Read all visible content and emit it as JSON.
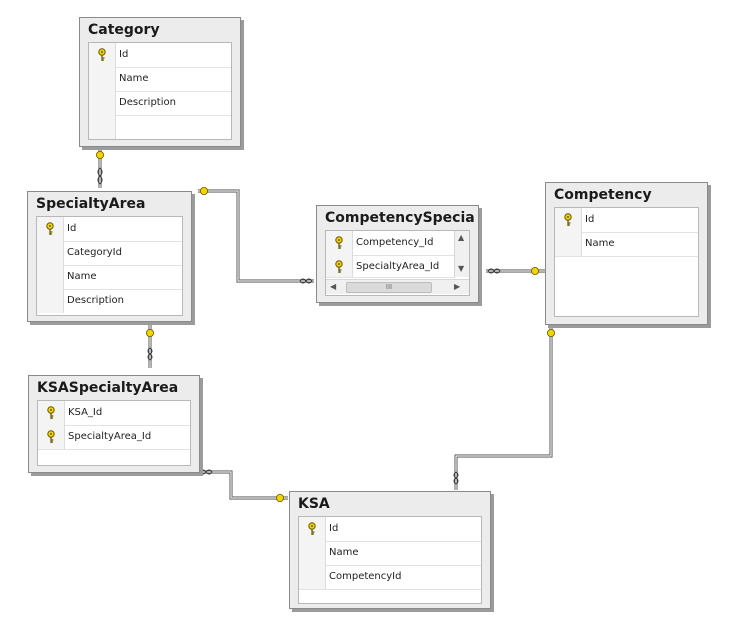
{
  "tables": [
    {
      "id": "category",
      "name": "Category",
      "fields": [
        {
          "name": "Id",
          "pk": true
        },
        {
          "name": "Name",
          "pk": false
        },
        {
          "name": "Description",
          "pk": false
        }
      ]
    },
    {
      "id": "specialtyarea",
      "name": "SpecialtyArea",
      "fields": [
        {
          "name": "Id",
          "pk": true
        },
        {
          "name": "CategoryId",
          "pk": false
        },
        {
          "name": "Name",
          "pk": false
        },
        {
          "name": "Description",
          "pk": false
        }
      ]
    },
    {
      "id": "competencyspecialty",
      "name": "CompetencySpecia",
      "fields": [
        {
          "name": "Competency_Id",
          "pk": true
        },
        {
          "name": "SpecialtyArea_Id",
          "pk": true
        }
      ],
      "scroll_thumb_label": "III"
    },
    {
      "id": "competency",
      "name": "Competency",
      "fields": [
        {
          "name": "Id",
          "pk": true
        },
        {
          "name": "Name",
          "pk": false
        }
      ]
    },
    {
      "id": "ksaspecialtyarea",
      "name": "KSASpecialtyArea",
      "fields": [
        {
          "name": "KSA_Id",
          "pk": true
        },
        {
          "name": "SpecialtyArea_Id",
          "pk": true
        }
      ]
    },
    {
      "id": "ksa",
      "name": "KSA",
      "fields": [
        {
          "name": "Id",
          "pk": true
        },
        {
          "name": "Name",
          "pk": false
        },
        {
          "name": "CompetencyId",
          "pk": false
        }
      ]
    }
  ],
  "relationships": [
    {
      "one": "Category",
      "many": "SpecialtyArea"
    },
    {
      "one": "SpecialtyArea",
      "many": "CompetencySpecia"
    },
    {
      "one": "Competency",
      "many": "CompetencySpecia"
    },
    {
      "one": "SpecialtyArea",
      "many": "KSASpecialtyArea"
    },
    {
      "one": "KSA",
      "many": "KSASpecialtyArea"
    },
    {
      "one": "Competency",
      "many": "KSA"
    }
  ],
  "colors": {
    "background": "#ffffff",
    "table_fill": "#ececec",
    "grid_fill": "#ffffff",
    "connector": "#6e6e6e",
    "key_icon": "#e8c800"
  }
}
